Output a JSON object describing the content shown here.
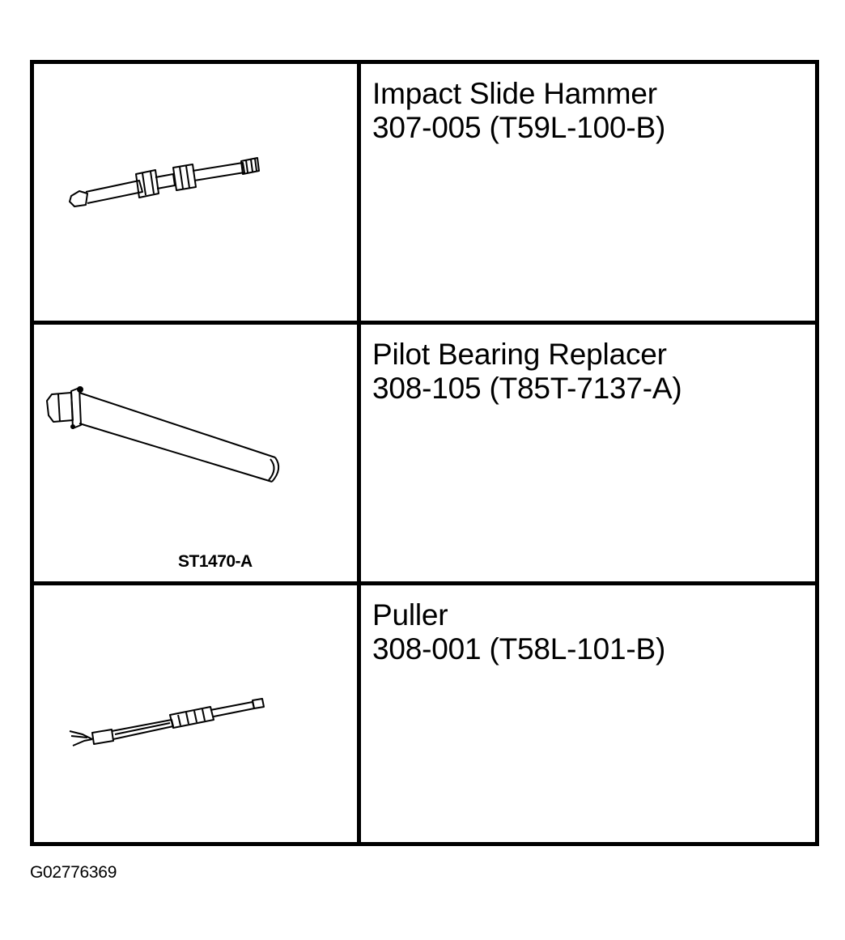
{
  "tools": [
    {
      "name": "Impact Slide Hammer",
      "number": "307-005 (T59L-100-B)",
      "illustration_icon": "slide-hammer-illustration",
      "illustration_label": ""
    },
    {
      "name": "Pilot Bearing Replacer",
      "number": "308-105 (T85T-7137-A)",
      "illustration_icon": "bearing-replacer-illustration",
      "illustration_label": "ST1470-A"
    },
    {
      "name": "Puller",
      "number": "308-001 (T58L-101-B)",
      "illustration_icon": "puller-illustration",
      "illustration_label": ""
    }
  ],
  "figure_id": "G02776369"
}
